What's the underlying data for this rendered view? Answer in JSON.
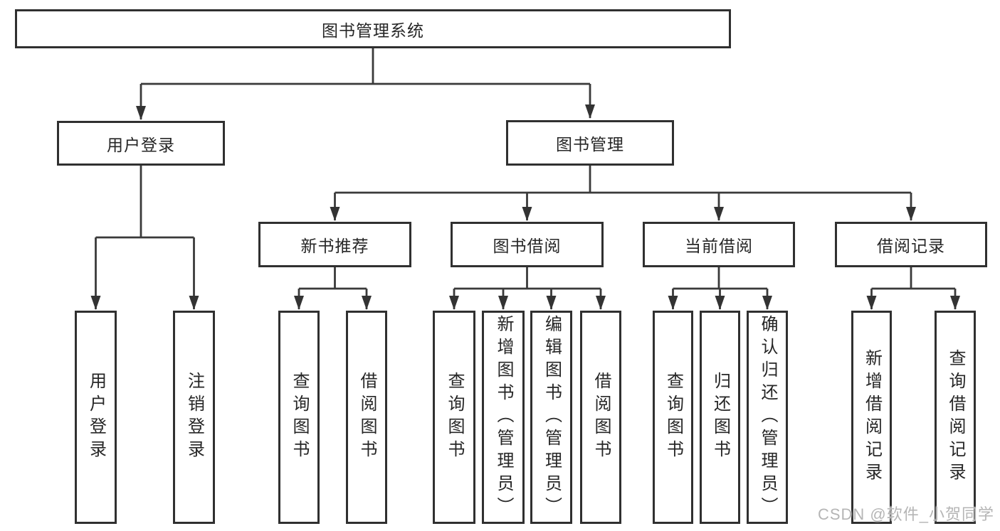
{
  "colors": {
    "line": "#3a3a3a",
    "box_border": "#303030",
    "box_fill": "#ffffff",
    "text": "#262626",
    "watermark": "#b5b5b5",
    "background": "#ffffff"
  },
  "tree": {
    "root": {
      "label": "图书管理系统"
    },
    "branches": [
      {
        "label": "用户登录",
        "children": [
          {
            "label": "用户登录"
          },
          {
            "label": "注销登录"
          }
        ]
      },
      {
        "label": "图书管理",
        "children": [
          {
            "label": "新书推荐",
            "children": [
              {
                "label": "查询图书"
              },
              {
                "label": "借阅图书"
              }
            ]
          },
          {
            "label": "图书借阅",
            "children": [
              {
                "label": "查询图书"
              },
              {
                "label": "新增图书（管理员）"
              },
              {
                "label": "编辑图书（管理员）"
              },
              {
                "label": "借阅图书"
              }
            ]
          },
          {
            "label": "当前借阅",
            "children": [
              {
                "label": "查询图书"
              },
              {
                "label": "归还图书"
              },
              {
                "label": "确认归还（管理员）"
              }
            ]
          },
          {
            "label": "借阅记录",
            "children": [
              {
                "label": "新增借阅记录"
              },
              {
                "label": "查询借阅记录"
              }
            ]
          }
        ]
      }
    ]
  },
  "watermark": {
    "text": "CSDN @软件_小贺同学"
  }
}
